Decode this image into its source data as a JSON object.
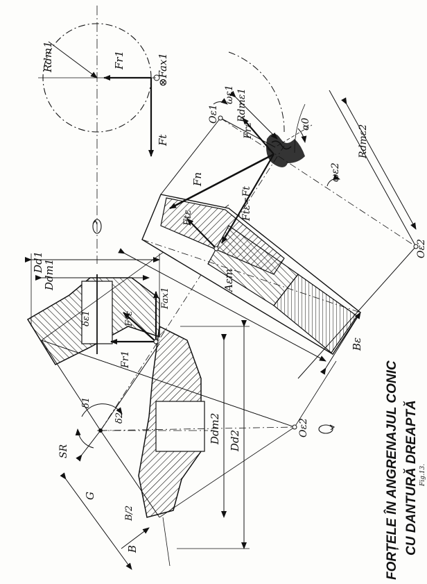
{
  "caption": {
    "line1": "FORȚELE ÎN ANGRENAJUL CONIC",
    "line2": "CU DANTURĂ DREAPTĂ",
    "figure_no": "Fig.13."
  },
  "labels": {
    "rdm1": "Rdm1",
    "fr1_top": "Fr1",
    "fax1_top": "⊗Fax1",
    "ft_top": "Ft",
    "oe1": "Oε1",
    "we1": "ωε1",
    "rdme1": "Rdmε1",
    "fre_right": "Frε",
    "alpha0": "α0",
    "rdme2": "Rdmε2",
    "we2": "ωε2",
    "fn": "Fn",
    "fte_eq_ft": "Ftε=Ft",
    "fte": "Ftε",
    "oe2_right": "Oε2",
    "dd1": "Dd1",
    "ddm1": "Ddm1",
    "de1": "δε1",
    "fre_mid": "Frε",
    "fax1_mid": "Fax1",
    "fr1_mid": "Fr1",
    "aem": "Aεm",
    "be": "Bε",
    "delta1": "δ1",
    "delta2": "δ2",
    "sr": "SR",
    "g": "G",
    "b_half": "B/2",
    "b": "B",
    "ddm2": "Ddm2",
    "dd2": "Dd2",
    "oe2_bottom": "Oε2"
  }
}
